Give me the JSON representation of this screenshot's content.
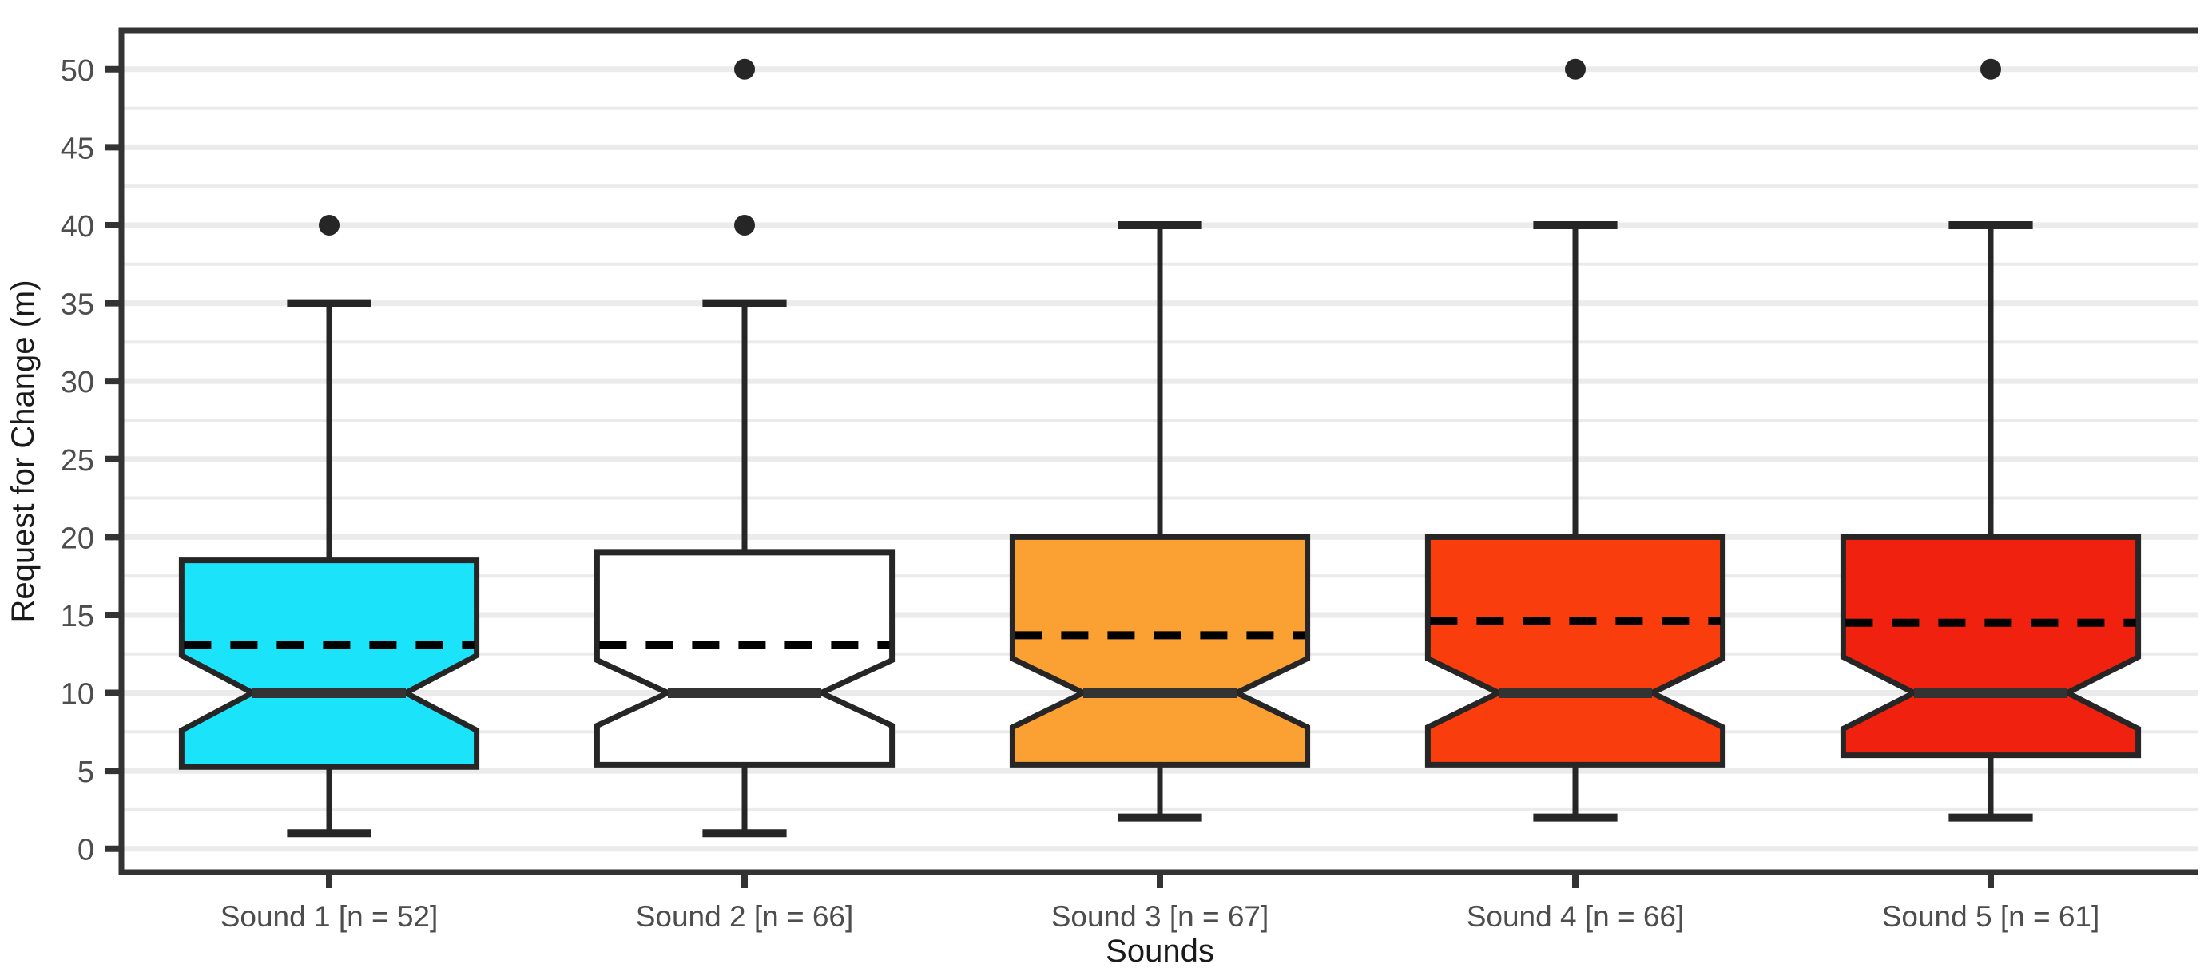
{
  "chart_data": {
    "type": "box",
    "title": "",
    "xlabel": "Sounds",
    "ylabel": "Request for Change (m)",
    "ylim": [
      -1.5,
      52.5
    ],
    "yticks": [
      0,
      5,
      10,
      15,
      20,
      25,
      30,
      35,
      40,
      45,
      50
    ],
    "ytick_labels": [
      "0",
      "5",
      "10",
      "15",
      "20",
      "25",
      "30",
      "35",
      "40",
      "45",
      "50"
    ],
    "minor_gridlines": [
      2.5,
      7.5,
      12.5,
      17.5,
      22.5,
      27.5,
      32.5,
      37.5,
      42.5,
      47.5
    ],
    "grid": true,
    "grid_color": "#EBEBEB",
    "panel_background": "#FFFFFF",
    "legend": "none",
    "notched": true,
    "mean_line_style": "dashed",
    "categories": [
      "Sound 1 [n = 52]",
      "Sound 2 [n = 66]",
      "Sound 3 [n = 67]",
      "Sound 4 [n = 66]",
      "Sound 5 [n = 61]"
    ],
    "boxes": [
      {
        "name": "Sound 1 [n = 52]",
        "label": "Sound 1 [n = 52]",
        "n": 52,
        "fill": "#1BE3FA",
        "q1": 5.25,
        "median": 10,
        "q3": 18.5,
        "mean": 13.1,
        "notch_lower": 7.6,
        "notch_upper": 12.4,
        "whisker_low": 1,
        "whisker_high": 35,
        "outliers": [
          40
        ]
      },
      {
        "name": "Sound 2 [n = 66]",
        "label": "Sound 2 [n = 66]",
        "n": 66,
        "fill": "#FFFFFF",
        "q1": 5.4,
        "median": 10,
        "q3": 19,
        "mean": 13.1,
        "notch_lower": 7.9,
        "notch_upper": 12.1,
        "whisker_low": 1,
        "whisker_high": 35,
        "outliers": [
          40,
          50
        ]
      },
      {
        "name": "Sound 3 [n = 67]",
        "label": "Sound 3 [n = 67]",
        "n": 67,
        "fill": "#FBA033",
        "q1": 5.4,
        "median": 10,
        "q3": 20,
        "mean": 13.7,
        "notch_lower": 7.8,
        "notch_upper": 12.2,
        "whisker_low": 2,
        "whisker_high": 40,
        "outliers": []
      },
      {
        "name": "Sound 4 [n = 66]",
        "label": "Sound 4 [n = 66]",
        "n": 66,
        "fill": "#F93D0C",
        "q1": 5.4,
        "median": 10,
        "q3": 20,
        "mean": 14.6,
        "notch_lower": 7.8,
        "notch_upper": 12.2,
        "whisker_low": 2,
        "whisker_high": 40,
        "outliers": [
          50
        ]
      },
      {
        "name": "Sound 5 [n = 61]",
        "label": "Sound 5 [n = 61]",
        "n": 61,
        "fill": "#F0210F",
        "q1": 6,
        "median": 10,
        "q3": 20,
        "mean": 14.5,
        "notch_lower": 7.7,
        "notch_upper": 12.3,
        "whisker_low": 2,
        "whisker_high": 40,
        "outliers": [
          50
        ]
      }
    ],
    "colors": {
      "sound1": "#1BE3FA",
      "sound2": "#FFFFFF",
      "sound3": "#FBA033",
      "sound4": "#F93D0C",
      "sound5": "#F0210F",
      "outline": "#262626",
      "median": "#333333",
      "axis": "#333333",
      "grid": "#EBEBEB",
      "tick_text": "#4d4d4d",
      "title_text": "#1a1a1a"
    }
  }
}
